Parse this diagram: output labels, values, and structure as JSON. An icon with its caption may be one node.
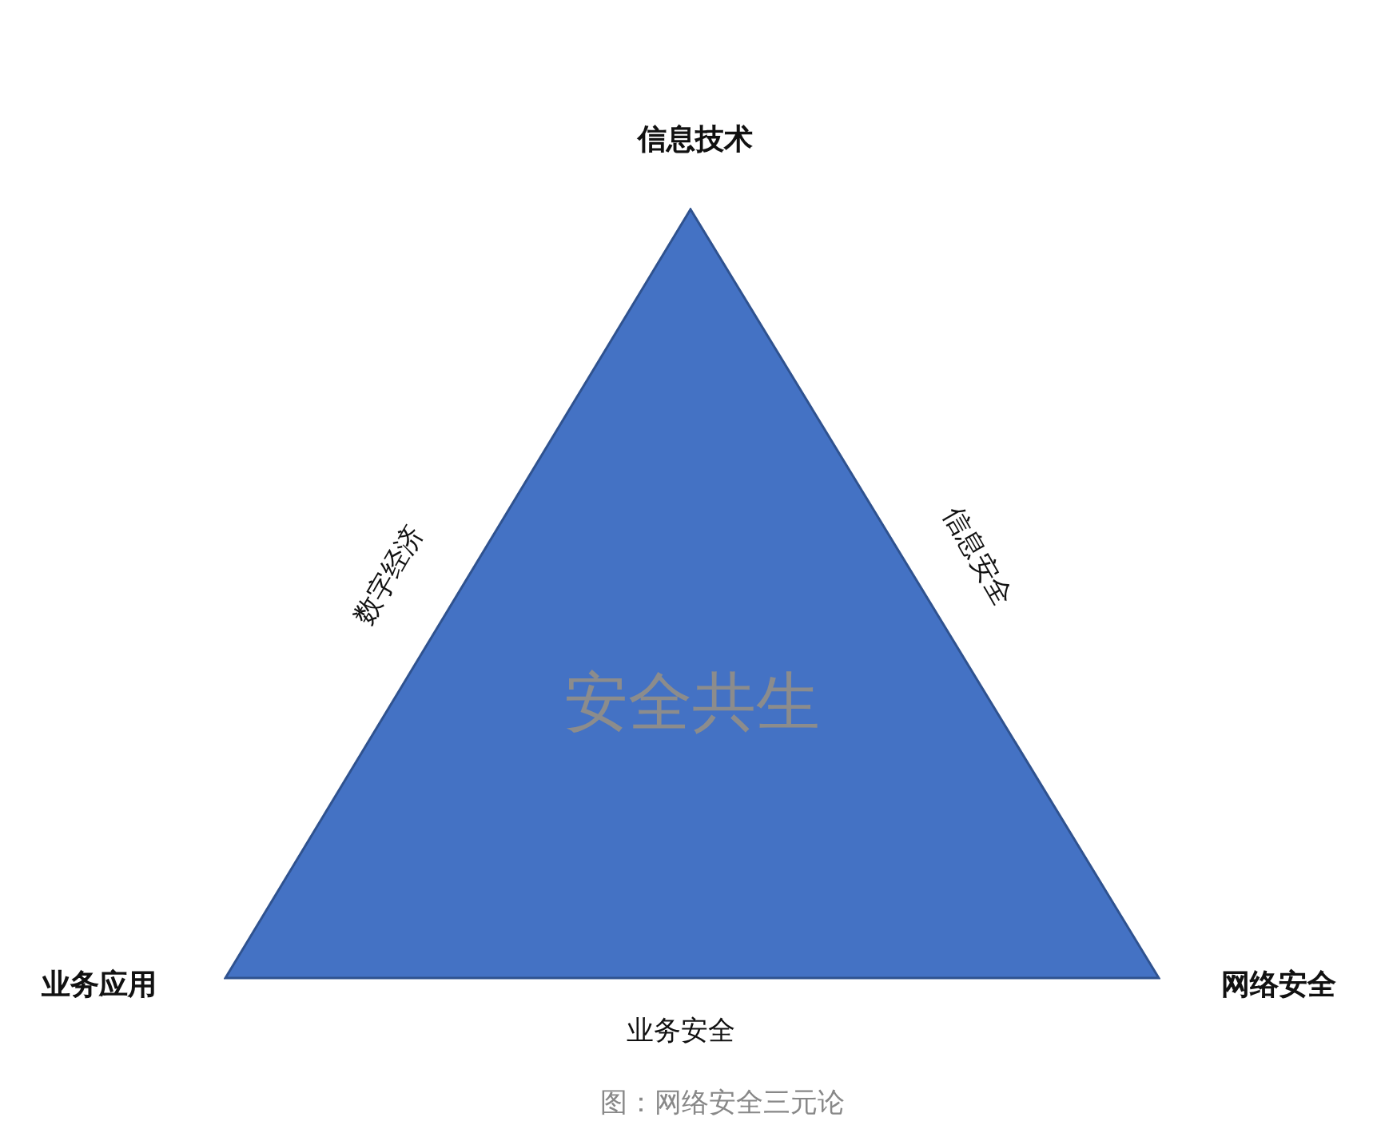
{
  "diagram": {
    "caption": "图：网络安全三元论",
    "nodes": [
      {
        "text": [
          "安全共生"
        ]
      }
    ],
    "labels": [
      "信息技术",
      "数字经济",
      "信息安全",
      "业务应用",
      "网络安全",
      "业务安全"
    ]
  }
}
